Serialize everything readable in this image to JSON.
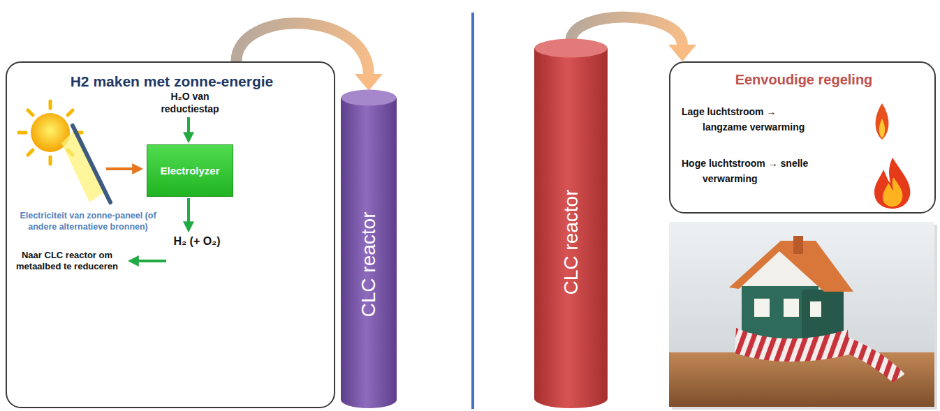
{
  "diagram": {
    "nodes": [
      {
        "text": [
          "H2 maken met zonne-energie",
          "Electriciteit van zonne-paneel (of andere alternatieve bronnen)",
          "H₂O van reductiestap",
          "H₂ (+ O₂)",
          "Naar CLC reactor om metaalbed te reduceren"
        ]
      },
      {
        "text": [
          "Electrolyzer"
        ],
        "in": 0
      },
      {
        "text": [
          "CLC reactor"
        ]
      },
      {
        "text": [
          "CLC reactor"
        ]
      },
      {
        "text": [
          "Eenvoudige regeling",
          "Lage luchtstroom → langzame verwarming",
          "Hoge luchtstroom → snelle verwarming"
        ]
      }
    ],
    "edges": [
      {
        "from": 0,
        "to": 2,
        "arrow": "to"
      },
      {
        "from": 3,
        "to": 4,
        "arrow": "to"
      }
    ]
  }
}
